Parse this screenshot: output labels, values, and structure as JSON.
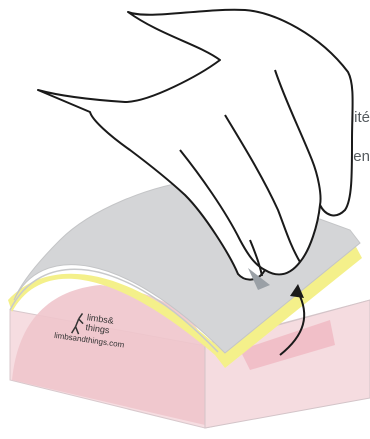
{
  "caption": {
    "line1": "mité",
    "line2": "ien"
  },
  "logo": {
    "word1": "limbs&",
    "word2": "things",
    "url": "limbsandthings.com"
  },
  "colors": {
    "skin_top": "#d4d5d7",
    "yellow_layer": "#f4f08a",
    "pink_layer": "#f2c6cc",
    "outline": "#1a1a1a"
  }
}
